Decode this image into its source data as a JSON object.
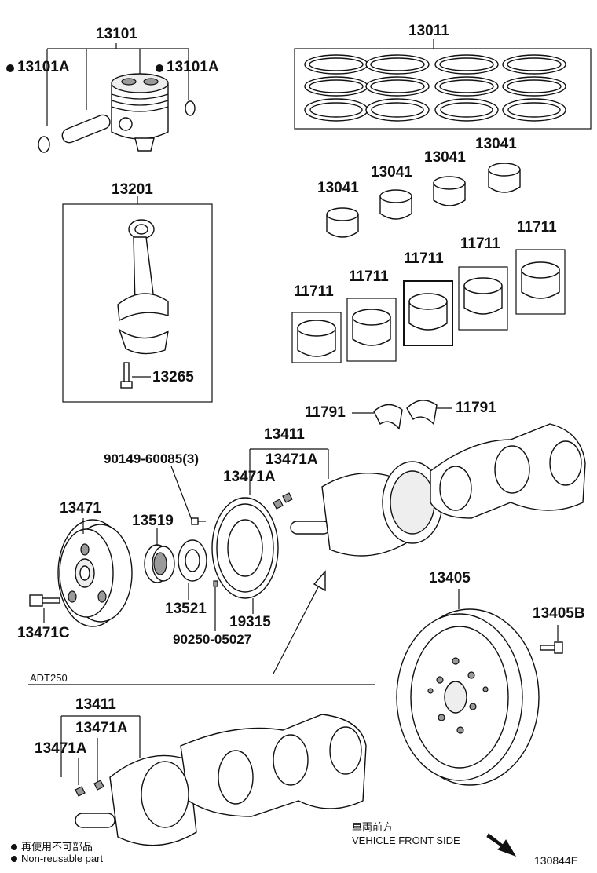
{
  "labels": {
    "piston_assy": "13101",
    "snap_ring_left": "13101A",
    "snap_ring_right": "13101A",
    "ring_set": "13011",
    "conrod": "13201",
    "conrod_bolt": "13265",
    "rod_bearing_1": "13041",
    "rod_bearing_2": "13041",
    "rod_bearing_3": "13041",
    "rod_bearing_4": "13041",
    "main_bearing_1": "11711",
    "main_bearing_2": "11711",
    "main_bearing_3": "11711",
    "main_bearing_4": "11711",
    "main_bearing_5": "11711",
    "thrust_washer_left": "11791",
    "thrust_washer_right": "11791",
    "crank_top": "13411",
    "crank_key_top_right": "13471A",
    "crank_key_top_left": "13471A",
    "timing_bolt": "90149-60085(3)",
    "pulley": "13471",
    "pulley_bolt": "13471C",
    "gear_13519": "13519",
    "gear_13521": "13521",
    "sensor_plate": "19315",
    "pin": "90250-05027",
    "flywheel": "13405",
    "flywheel_bolt": "13405B",
    "variant_title": "ADT250",
    "crank_bottom": "13411",
    "crank_key_bottom_right": "13471A",
    "crank_key_bottom_left": "13471A"
  },
  "notes": {
    "front_jp": "車両前方",
    "front_en": "VEHICLE FRONT SIDE",
    "nonreuse_jp": "再使用不可部品",
    "nonreuse_en": "Non-reusable part",
    "figure_id": "130844E"
  },
  "icons": [
    "non-reusable-dot-icon",
    "vehicle-front-arrow-icon"
  ]
}
